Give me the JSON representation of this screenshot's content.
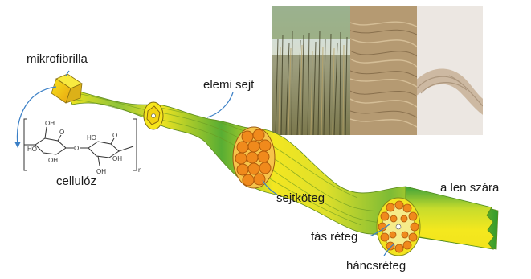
{
  "labels": {
    "mikrofibrilla": "mikrofibrilla",
    "elemi_sejt": "elemi sejt",
    "cellulóz": "cellulóz",
    "sejtköteg": "sejtköteg",
    "a_len_szára": "a len szára",
    "fás_réteg": "fás réteg",
    "háncsréteg": "háncsréteg"
  },
  "formula": {
    "oh_1": "OH",
    "oh_2": "OH",
    "oh_3": "OH",
    "oh_4": "OH",
    "ho_1": "HO",
    "ho_2": "HO",
    "ring_o_1": "O",
    "ring_o_2": "O",
    "bridge_o": "O",
    "subscript_n": "n"
  },
  "colors": {
    "fiber_yellow": "#f3e61c",
    "fiber_green": "#2f9a2c",
    "cell_orange": "#f08a1c",
    "cell_outline": "#b05a0a",
    "leader_blue": "#3a7fc6",
    "text": "#1a1a1a"
  },
  "photos": [
    {
      "name": "flax-stalks-photo"
    },
    {
      "name": "raw-flax-fibers-photo"
    },
    {
      "name": "linen-yarn-photo"
    }
  ]
}
